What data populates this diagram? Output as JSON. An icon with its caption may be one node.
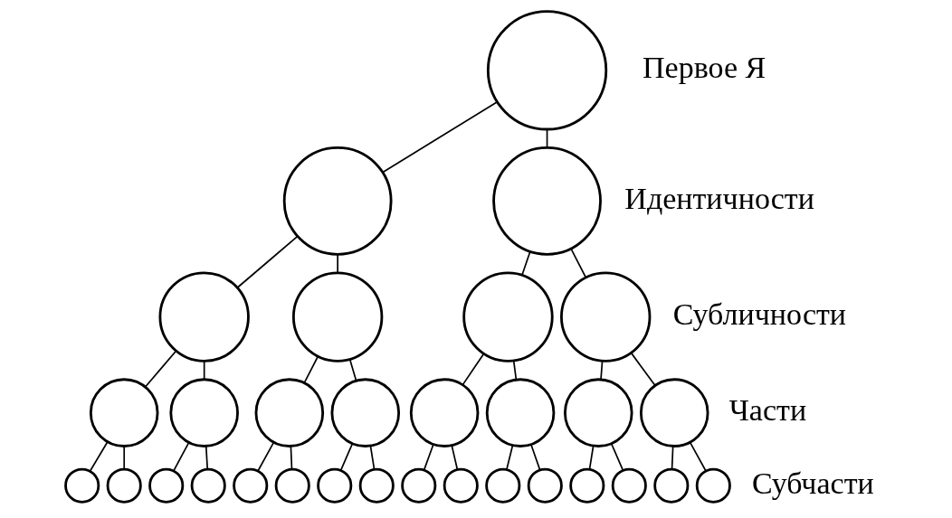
{
  "diagram": {
    "nodes": [
      {
        "text": [],
        "shape": "circle"
      },
      {
        "text": [],
        "shape": "circle"
      },
      {
        "text": [],
        "shape": "circle"
      },
      {
        "text": [],
        "shape": "circle"
      },
      {
        "text": [],
        "shape": "circle"
      },
      {
        "text": [],
        "shape": "circle"
      },
      {
        "text": [],
        "shape": "circle"
      },
      {
        "text": [],
        "shape": "circle"
      },
      {
        "text": [],
        "shape": "circle"
      },
      {
        "text": [],
        "shape": "circle"
      },
      {
        "text": [],
        "shape": "circle"
      },
      {
        "text": [],
        "shape": "circle"
      },
      {
        "text": [],
        "shape": "circle"
      },
      {
        "text": [],
        "shape": "circle"
      },
      {
        "text": [],
        "shape": "circle"
      },
      {
        "text": [],
        "shape": "circle"
      },
      {
        "text": [],
        "shape": "circle"
      },
      {
        "text": [],
        "shape": "circle"
      },
      {
        "text": [],
        "shape": "circle"
      },
      {
        "text": [],
        "shape": "circle"
      },
      {
        "text": [],
        "shape": "circle"
      },
      {
        "text": [],
        "shape": "circle"
      },
      {
        "text": [],
        "shape": "circle"
      },
      {
        "text": [],
        "shape": "circle"
      },
      {
        "text": [],
        "shape": "circle"
      },
      {
        "text": [],
        "shape": "circle"
      },
      {
        "text": [],
        "shape": "circle"
      },
      {
        "text": [],
        "shape": "circle"
      },
      {
        "text": [],
        "shape": "circle"
      },
      {
        "text": [],
        "shape": "circle"
      },
      {
        "text": [],
        "shape": "circle"
      }
    ],
    "edges": [
      {
        "from": 0,
        "to": 1,
        "arrow": "none"
      },
      {
        "from": 0,
        "to": 2,
        "arrow": "none"
      },
      {
        "from": 1,
        "to": 3,
        "arrow": "none"
      },
      {
        "from": 1,
        "to": 4,
        "arrow": "none"
      },
      {
        "from": 2,
        "to": 5,
        "arrow": "none"
      },
      {
        "from": 2,
        "to": 6,
        "arrow": "none"
      },
      {
        "from": 3,
        "to": 7,
        "arrow": "none"
      },
      {
        "from": 3,
        "to": 8,
        "arrow": "none"
      },
      {
        "from": 4,
        "to": 9,
        "arrow": "none"
      },
      {
        "from": 4,
        "to": 10,
        "arrow": "none"
      },
      {
        "from": 5,
        "to": 11,
        "arrow": "none"
      },
      {
        "from": 5,
        "to": 12,
        "arrow": "none"
      },
      {
        "from": 6,
        "to": 13,
        "arrow": "none"
      },
      {
        "from": 6,
        "to": 14,
        "arrow": "none"
      },
      {
        "from": 7,
        "to": 15,
        "arrow": "none"
      },
      {
        "from": 7,
        "to": 16,
        "arrow": "none"
      },
      {
        "from": 8,
        "to": 17,
        "arrow": "none"
      },
      {
        "from": 8,
        "to": 18,
        "arrow": "none"
      },
      {
        "from": 9,
        "to": 19,
        "arrow": "none"
      },
      {
        "from": 9,
        "to": 20,
        "arrow": "none"
      },
      {
        "from": 10,
        "to": 21,
        "arrow": "none"
      },
      {
        "from": 10,
        "to": 22,
        "arrow": "none"
      },
      {
        "from": 11,
        "to": 23,
        "arrow": "none"
      },
      {
        "from": 11,
        "to": 24,
        "arrow": "none"
      },
      {
        "from": 12,
        "to": 25,
        "arrow": "none"
      },
      {
        "from": 12,
        "to": 26,
        "arrow": "none"
      },
      {
        "from": 13,
        "to": 27,
        "arrow": "none"
      },
      {
        "from": 13,
        "to": 28,
        "arrow": "none"
      },
      {
        "from": 14,
        "to": 29,
        "arrow": "none"
      },
      {
        "from": 14,
        "to": 30,
        "arrow": "none"
      }
    ],
    "labels": [
      "Первое Я",
      "Идентичности",
      "Субличности",
      "Части",
      "Субчасти"
    ]
  }
}
